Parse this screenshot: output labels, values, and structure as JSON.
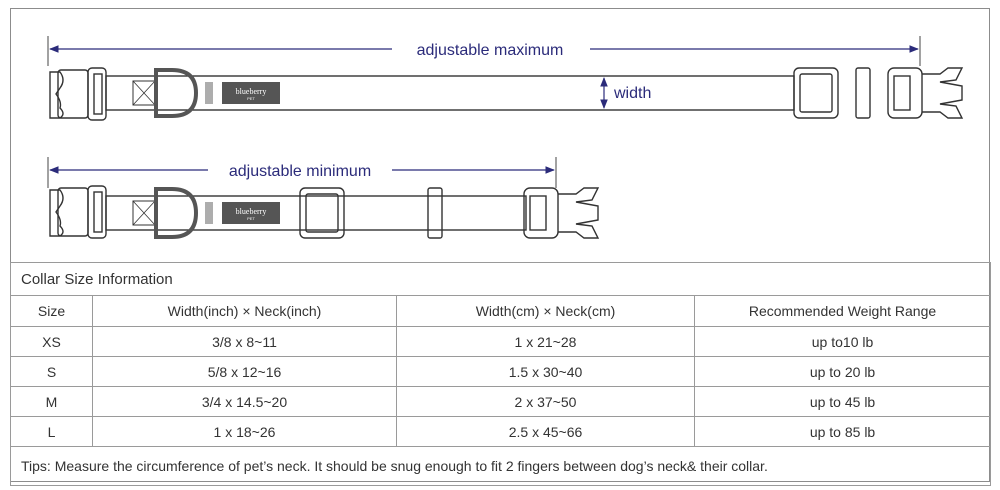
{
  "diagram": {
    "max_label": "adjustable maximum",
    "min_label": "adjustable minimum",
    "width_label": "width",
    "brand_name": "blueberry",
    "brand_sub": "PET",
    "arrow_color": "#2b2b7a",
    "outline_color": "#333333"
  },
  "table": {
    "title": "Collar Size Information",
    "headers": [
      "Size",
      "Width(inch)  × Neck(inch)",
      "Width(cm)  × Neck(cm)",
      "Recommended Weight Range"
    ],
    "rows": [
      [
        "XS",
        "3/8 x 8~11",
        "1 x 21~28",
        "up to10 lb"
      ],
      [
        "S",
        "5/8 x 12~16",
        "1.5 x 30~40",
        "up to 20 lb"
      ],
      [
        "M",
        "3/4 x 14.5~20",
        "2 x 37~50",
        "up to 45 lb"
      ],
      [
        "L",
        "1 x 18~26",
        "2.5 x 45~66",
        "up to 85 lb"
      ]
    ],
    "tips": "Tips: Measure the circumference of pet’s neck. It should be snug enough to fit 2 fingers between dog’s neck& their collar."
  }
}
